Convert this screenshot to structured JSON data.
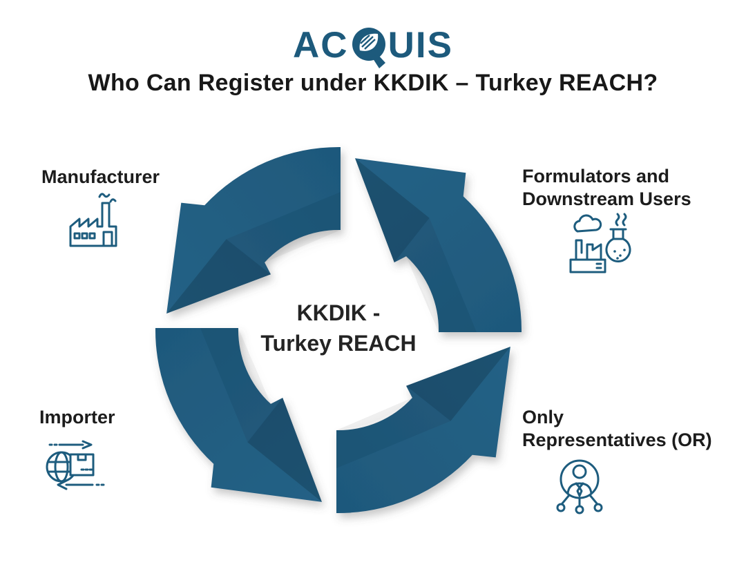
{
  "logo": {
    "prefix": "AC",
    "q_letter": "Q",
    "suffix": "UIS"
  },
  "title": "Who Can Register under KKDIK – Turkey REACH?",
  "center": {
    "line1": "KKDIK -",
    "line2": "Turkey REACH"
  },
  "labels": {
    "manufacturer": {
      "line1": "Manufacturer"
    },
    "formulators": {
      "line1": "Formulators and",
      "line2": "Downstream Users"
    },
    "importer": {
      "line1": "Importer"
    },
    "only_representatives": {
      "line1": "Only",
      "line2": "Representatives (OR)"
    }
  },
  "icons": {
    "manufacturer": "factory-icon",
    "formulators": "chemical-plant-flask-icon",
    "importer": "globe-import-export-icon",
    "only_representatives": "representative-network-icon",
    "logo": "leaf-in-circle-icon"
  },
  "diagram": {
    "type": "cycle",
    "direction": "counterclockwise",
    "segments": [
      "manufacturer",
      "formulators",
      "importer",
      "only_representatives"
    ]
  },
  "colors": {
    "arrow": "#205b7e",
    "arrow_dark": "#1e587b",
    "arrow_light": "#256286",
    "accent": "#1d5a7c",
    "icon_stroke": "#1d5c7e",
    "ink": "#1c1c1c",
    "background": "#ffffff"
  }
}
